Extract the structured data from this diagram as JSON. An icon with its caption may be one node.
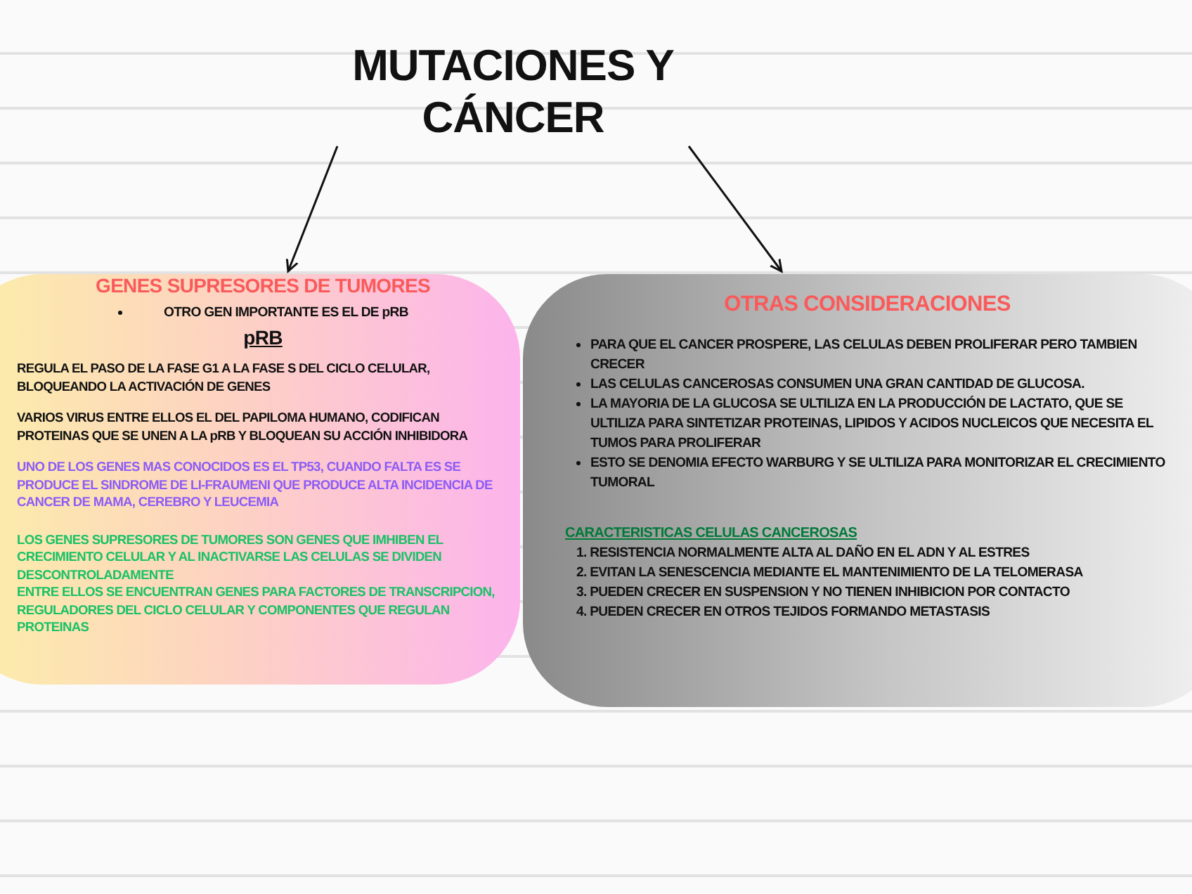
{
  "diagram": {
    "nodes": [
      {
        "text": [
          "MUTACIONES Y CÁNCER"
        ]
      },
      {
        "text": [
          "GENES SUPRESORES DE TUMORES",
          "OTRO GEN IMPORTANTE ES EL DE pRB",
          "pRB",
          "REGULA EL PASO DE LA FASE G1 A LA FASE S DEL CICLO CELULAR, BLOQUEANDO LA ACTIVACIÓN DE GENES",
          "VARIOS VIRUS ENTRE ELLOS EL DEL PAPILOMA HUMANO, CODIFICAN PROTEINAS QUE SE UNEN A LA pRB Y BLOQUEAN SU ACCIÓN INHIBIDORA",
          "UNO DE LOS GENES MAS CONOCIDOS ES EL TP53, CUANDO FALTA ES SE PRODUCE EL SINDROME DE LI-FRAUMENI QUE PRODUCE ALTA INCIDENCIA DE CANCER DE MAMA, CEREBRO Y LEUCEMIA",
          "LOS GENES SUPRESORES DE TUMORES SON GENES QUE IMHIBEN EL CRECIMIENTO CELULAR Y AL INACTIVARSE LAS CELULAS SE DIVIDEN DESCONTROLADAMENTE",
          "ENTRE ELLOS SE ENCUENTRAN GENES PARA FACTORES DE TRANSCRIPCION, REGULADORES DEL CICLO CELULAR Y COMPONENTES QUE REGULAN PROTEINAS"
        ]
      },
      {
        "text": [
          "OTRAS CONSIDERACIONES",
          "PARA QUE EL CANCER PROSPERE, LAS CELULAS DEBEN PROLIFERAR PERO TAMBIEN CRECER",
          "LAS CELULAS CANCEROSAS CONSUMEN UNA GRAN CANTIDAD DE GLUCOSA.",
          "LA MAYORIA DE LA GLUCOSA SE ULTILIZA EN LA PRODUCCIÓN DE LACTATO, QUE SE ULTILIZA PARA SINTETIZAR PROTEINAS, LIPIDOS Y ACIDOS NUCLEICOS QUE NECESITA EL TUMOS PARA PROLIFERAR",
          "ESTO SE DENOMIA EFECTO WARBURG Y SE ULTILIZA PARA MONITORIZAR EL CRECIMIENTO TUMORAL",
          "CARACTERISTICAS CELULAS CANCEROSAS",
          "1. RESISTENCIA NORMALMENTE ALTA AL DAÑO EN EL ADN Y AL ESTRES",
          "2. EVITAN LA SENESCENCIA MEDIANTE EL MANTENIMIENTO DE LA TELOMERASA",
          "3. PUEDEN CRECER EN SUSPENSION Y NO TIENEN INHIBICION POR CONTACTO",
          "4. PUEDEN CRECER EN OTROS TEJIDOS FORMANDO METASTASIS"
        ]
      }
    ],
    "edges": [
      {
        "from": 0,
        "to": 1,
        "arrow": "to"
      },
      {
        "from": 0,
        "to": 2,
        "arrow": "to"
      }
    ]
  }
}
